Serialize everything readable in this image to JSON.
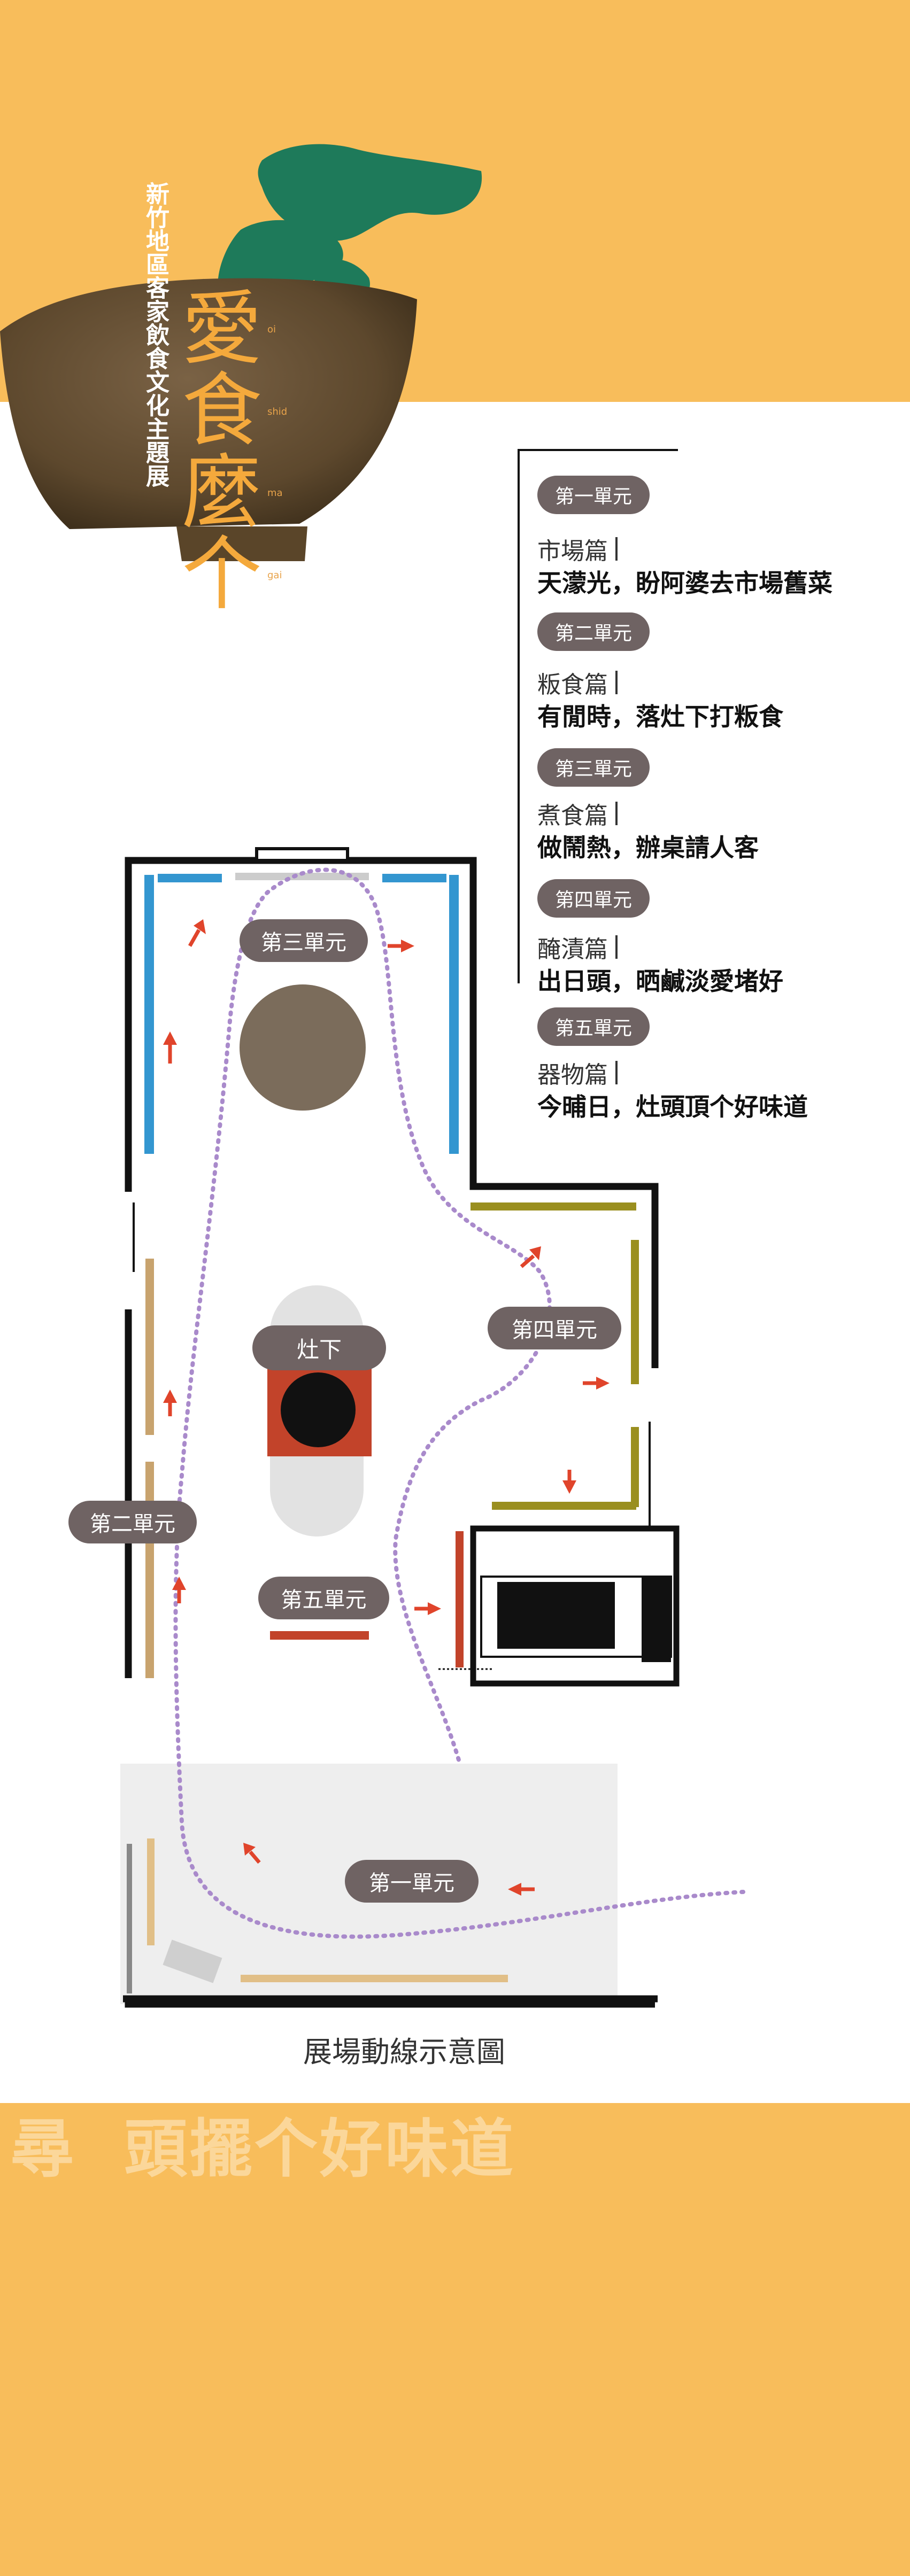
{
  "header": {
    "subtitle_vertical": "新竹地區客家飲食文化主題展",
    "title_chars": [
      "愛",
      "食",
      "麼",
      "个"
    ],
    "romanization": [
      "oi",
      "shid",
      "ma",
      "gai"
    ]
  },
  "units": [
    {
      "badge": "第一單元",
      "category": "市場篇",
      "subtitle": "天濛光，盼阿婆去市場舊菜"
    },
    {
      "badge": "第二單元",
      "category": "粄食篇",
      "subtitle": "有閒時，落灶下打粄食"
    },
    {
      "badge": "第三單元",
      "category": "煮食篇",
      "subtitle": "做鬧熱，辦桌請人客"
    },
    {
      "badge": "第四單元",
      "category": "醃漬篇",
      "subtitle": "出日頭，晒鹹淡愛堵好"
    },
    {
      "badge": "第五單元",
      "category": "器物篇",
      "subtitle": "今晡日，灶頭頂个好味道"
    }
  ],
  "map": {
    "caption": "展場動線示意圖",
    "labels": {
      "unit1": "第一單元",
      "unit2": "第二單元",
      "unit3": "第三單元",
      "unit4": "第四單元",
      "unit5": "第五單元",
      "stove": "灶下"
    }
  },
  "footer": {
    "slogan_a": "尋",
    "slogan_b": "頭擺个好味道"
  },
  "colors": {
    "orange": "#f8bd5b",
    "bowl": "#6b5436",
    "steam": "#1e7a5a",
    "title": "#f4a93c",
    "pill": "#6f6363",
    "blue": "#3396d0",
    "tan": "#c8a36e",
    "olive": "#9a8f1f",
    "rust": "#c2432a",
    "arrow": "#e0442b",
    "path": "#a98acb",
    "gray_table": "#7b6c5b"
  }
}
